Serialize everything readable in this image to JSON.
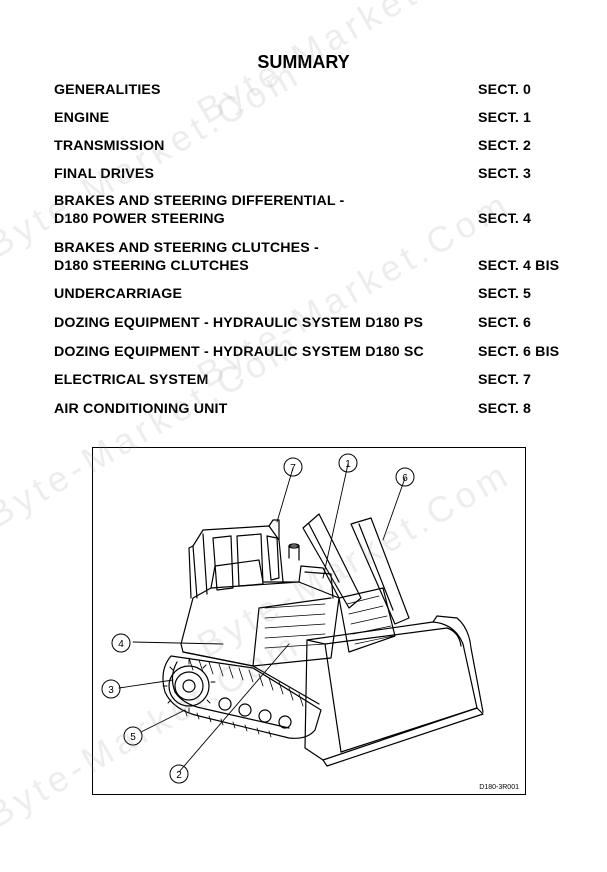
{
  "title": "SUMMARY",
  "sections": [
    {
      "name": "GENERALITIES",
      "sect": "SECT. 0"
    },
    {
      "name": "ENGINE",
      "sect": "SECT. 1"
    },
    {
      "name": "TRANSMISSION",
      "sect": "SECT. 2"
    },
    {
      "name": "FINAL DRIVES",
      "sect": "SECT. 3"
    },
    {
      "name": "BRAKES AND STEERING DIFFERENTIAL -",
      "name2": "D180 POWER STEERING",
      "sect": "SECT. 4"
    },
    {
      "name": "BRAKES AND STEERING CLUTCHES -",
      "name2": "D180 STEERING CLUTCHES",
      "sect": "SECT. 4 BIS"
    },
    {
      "name": "UNDERCARRIAGE",
      "sect": "SECT. 5"
    },
    {
      "name": "DOZING EQUIPMENT - HYDRAULIC SYSTEM D180 PS",
      "sect": "SECT. 6"
    },
    {
      "name": "DOZING EQUIPMENT - HYDRAULIC SYSTEM D180 SC",
      "sect": "SECT. 6 BIS"
    },
    {
      "name": "ELECTRICAL SYSTEM",
      "sect": "SECT. 7"
    },
    {
      "name": "AIR CONDITIONING UNIT",
      "sect": "SECT. 8"
    }
  ],
  "figure": {
    "code": "D180-3R001",
    "callouts": [
      "1",
      "2",
      "3",
      "4",
      "5",
      "6",
      "7"
    ]
  },
  "watermark": "Byte-Market.Com"
}
